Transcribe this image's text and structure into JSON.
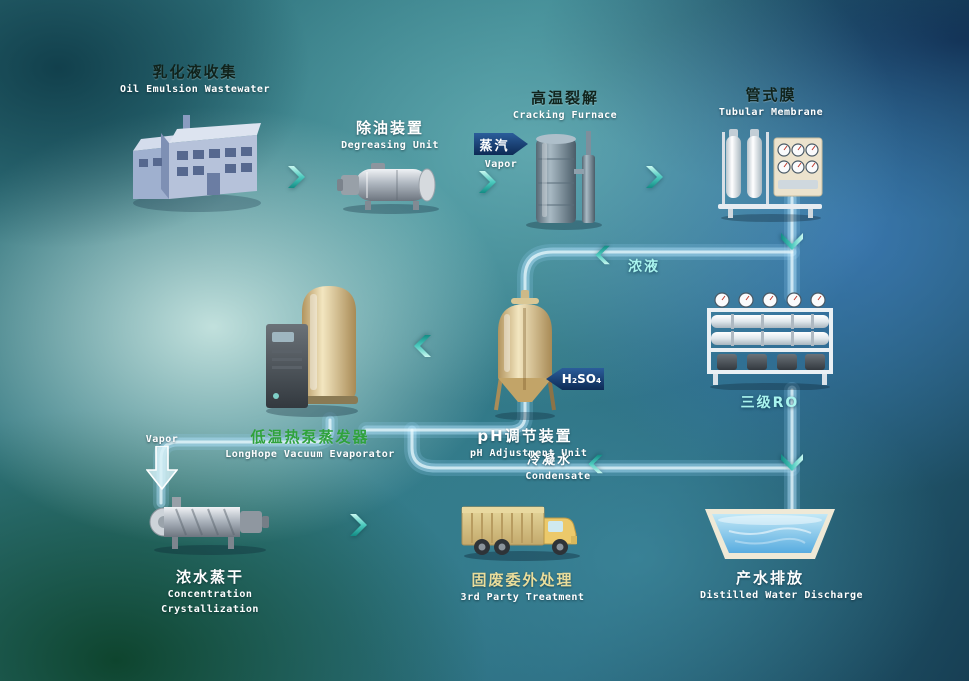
{
  "nodes": {
    "factory": {
      "zh": "乳化液收集",
      "en": "Oil Emulsion Wastewater"
    },
    "degreasing": {
      "zh": "除油装置",
      "en": "Degreasing Unit"
    },
    "cracking": {
      "zh": "高温裂解",
      "en": "Cracking Furnace"
    },
    "membrane": {
      "zh": "管式膜",
      "en": "Tubular Membrane"
    },
    "ro": {
      "zh": "三级RO"
    },
    "ph": {
      "zh": "pH调节装置",
      "en": "pH Adjustment Unit"
    },
    "evaporator": {
      "zh": "低温热泵蒸发器",
      "en": "LongHope Vacuum Evaporator"
    },
    "crystallizer": {
      "zh": "浓水蒸干",
      "en_line1": "Concentration",
      "en_line2": "Crystallization"
    },
    "truck": {
      "zh": "固废委外处理",
      "en": "3rd Party Treatment"
    },
    "discharge": {
      "zh": "产水排放",
      "en": "Distilled Water Discharge"
    }
  },
  "streams": {
    "furnace_vapor_zh": "蒸汽",
    "furnace_vapor_en": "Vapor",
    "concentrate_zh": "浓液",
    "acid": "H₂SO₄",
    "condensate_zh": "冷凝水",
    "condensate_en": "Condensate",
    "evaporator_vapor_en": "Vapor"
  },
  "colors": {
    "chevron_teal": "#2fb3a8",
    "pipe_blue": "#aee0f8",
    "tag_navy": "#0d2a55",
    "label_green": "#2fa23c",
    "label_cyan": "#a9f4ee",
    "label_yellow": "#e9dd9b"
  }
}
